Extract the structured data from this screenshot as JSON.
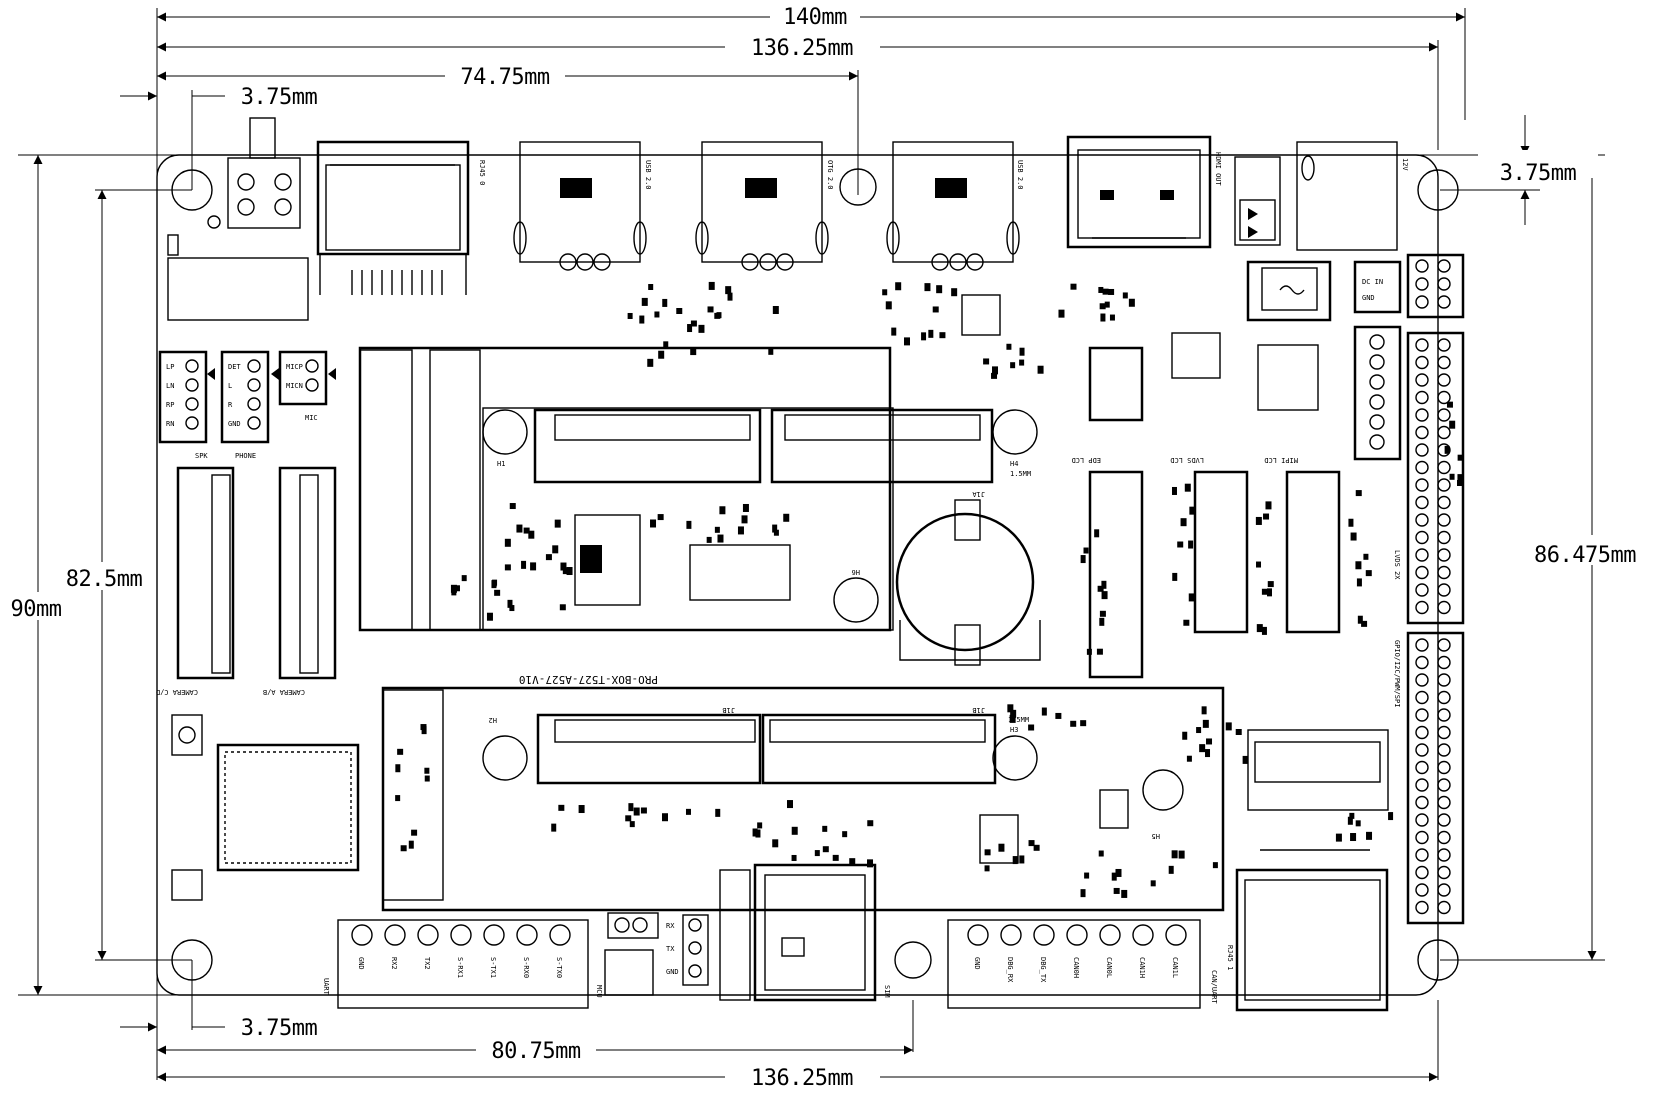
{
  "dimensions": {
    "overall_width": "140mm",
    "board_width_top": "136.25mm",
    "usb_offset": "74.75mm",
    "left_hole_top": "3.75mm",
    "right_hole_top": "3.75mm",
    "left_hole_bottom": "3.75mm",
    "bottom_offset": "80.75mm",
    "board_width_bottom": "136.25mm",
    "overall_height": "90mm",
    "hole_span_height": "82.5mm",
    "right_height": "86.475mm"
  },
  "board": {
    "silk_title": "PRO-BOX-T527-A527-V10"
  },
  "connectors": {
    "rj45_0": "RJ45 0",
    "usb_2": "USB 2.0",
    "usb_otg": "OTG 2.0",
    "usb_3": "USB 2.0",
    "hdmi_out": "HDMI OUT",
    "dc_12v": "12V",
    "dc_in": "DC IN",
    "gnd": "GND",
    "edp_lcd": "EDP LCD",
    "lvds_lcd": "LVDS LCD",
    "mipi_lcd": "MIPI LCD",
    "lvds_2x": "LVDS 2X",
    "gpio": "GPIO/I2C/PWM/SPI",
    "camera_cd": "CAMERA C/D",
    "camera_ab": "CAMERA A/B",
    "phone": "PHONE",
    "spk": "SPK",
    "mic": "MIC",
    "uart": "UART",
    "canuart": "CAN/UART",
    "rj45_1": "RJ45 1",
    "sim": "SIM",
    "mcu": "MCU",
    "j1a": "J1A",
    "j1b": "J1B",
    "j1bb": "J1B",
    "h1": "H1",
    "h2": "H2",
    "h3": "H3",
    "h4": "H4",
    "h5": "H5",
    "h6": "H6",
    "mm15": "1.5MM"
  },
  "pins": {
    "uart_left": [
      "GND",
      "RX2",
      "TX2",
      "S-RX1",
      "S-TX1",
      "S-RX0",
      "S-TX0"
    ],
    "can_right": [
      "GND",
      "DBG_RX",
      "DBG_TX",
      "CAN0H",
      "CAN0L",
      "CAN1H",
      "CAN1L"
    ],
    "debug_hdr": [
      "RX",
      "TX",
      "GND"
    ],
    "spk_hdr": [
      "LP",
      "LN",
      "RP",
      "RN"
    ],
    "phone_hdr": [
      "DET",
      "L",
      "R",
      "GND"
    ],
    "mic_hdr": [
      "MICP",
      "MICN"
    ],
    "dc_hdr": [
      "DC IN",
      "GND"
    ]
  }
}
